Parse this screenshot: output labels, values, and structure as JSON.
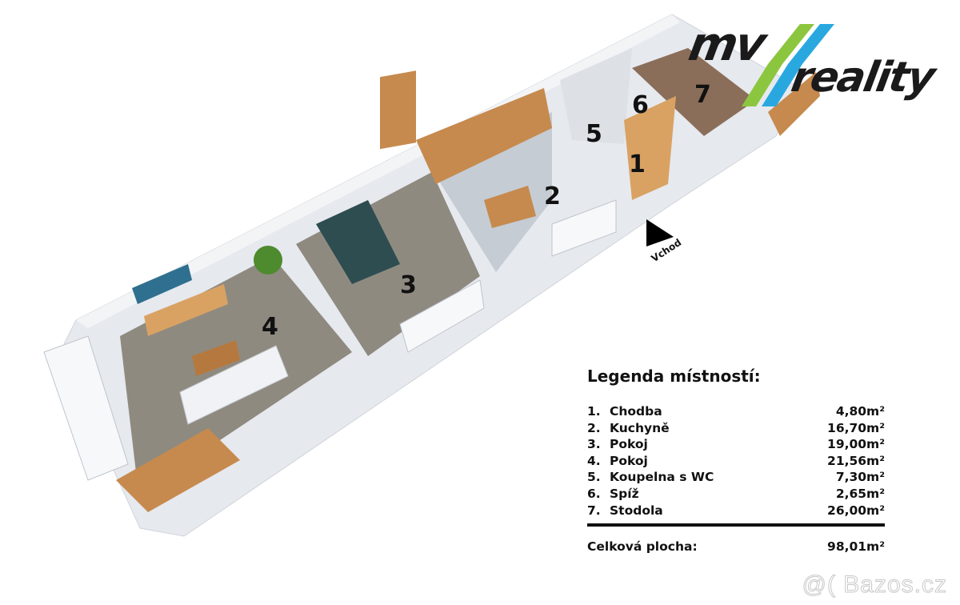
{
  "logo": {
    "top_text": "mv",
    "bottom_text": "reality",
    "stripe_colors": [
      "#8cc63f",
      "#29a8e0"
    ]
  },
  "plan": {
    "room_labels": [
      "1",
      "2",
      "3",
      "4",
      "5",
      "6",
      "7"
    ],
    "entry_label": "Vchod",
    "colors": {
      "wall": "#e6e9ee",
      "wall_shade": "#c9ced6",
      "carpet": "#8f8a80",
      "kitchen_floor": "#c5ccd4",
      "barn_floor": "#8a6e5a",
      "wood": "#c68a4e"
    }
  },
  "legend": {
    "title": "Legenda místností:",
    "rooms": [
      {
        "num": "1.",
        "name": "Chodba",
        "area": "4,80m²"
      },
      {
        "num": "2.",
        "name": "Kuchyně",
        "area": "16,70m²"
      },
      {
        "num": "3.",
        "name": "Pokoj",
        "area": "19,00m²"
      },
      {
        "num": "4.",
        "name": "Pokoj",
        "area": "21,56m²"
      },
      {
        "num": "5.",
        "name": "Koupelna s WC",
        "area": "7,30m²"
      },
      {
        "num": "6.",
        "name": "Spíž",
        "area": "2,65m²"
      },
      {
        "num": "7.",
        "name": "Stodola",
        "area": "26,00m²"
      }
    ],
    "total_label": "Celková plocha:",
    "total_area": "98,01m²"
  },
  "watermark": "@( Bazos.cz"
}
